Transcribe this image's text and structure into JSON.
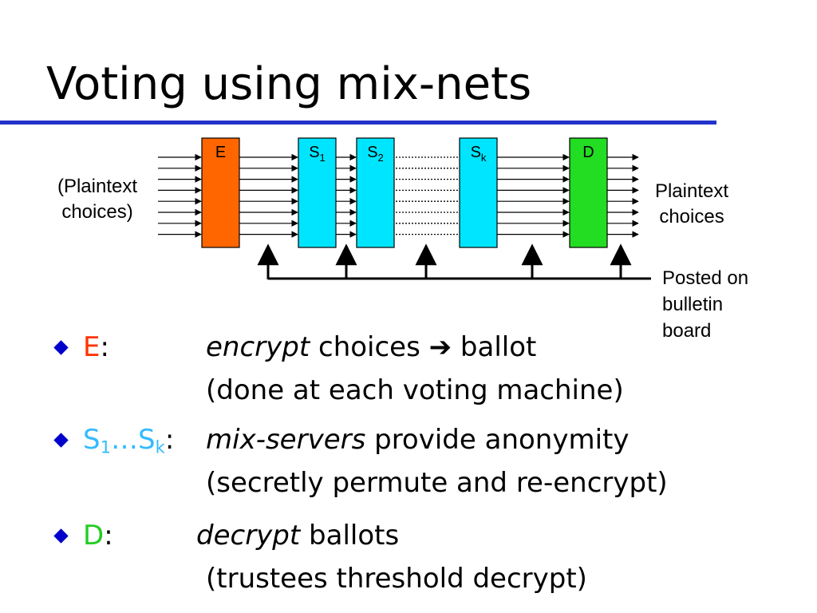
{
  "title": "Voting using mix-nets",
  "colors": {
    "rule": "#2233cc",
    "box_E": "#ff6600",
    "box_S": "#00e5ff",
    "box_D": "#22dd22",
    "bullet": "#0000cc",
    "term_E": "#ff3300",
    "term_S": "#33bbff",
    "term_D": "#22cc22"
  },
  "diagram": {
    "boxes": [
      {
        "label": "E",
        "sub": "",
        "color": "#ff6600"
      },
      {
        "label": "S",
        "sub": "1",
        "color": "#00e5ff"
      },
      {
        "label": "S",
        "sub": "2",
        "color": "#00e5ff"
      },
      {
        "label": "S",
        "sub": "k",
        "color": "#00e5ff"
      },
      {
        "label": "D",
        "sub": "",
        "color": "#22dd22"
      }
    ],
    "input_label": [
      "(Plaintext",
      "choices)"
    ],
    "output_label": [
      "Plaintext",
      "choices"
    ],
    "board_label": [
      "Posted on",
      "bulletin",
      "board"
    ]
  },
  "bullets": [
    {
      "term": "E",
      "term_sub": "",
      "term_end": "",
      "colon": ":",
      "desc_em": "encrypt",
      "desc_rest": " choices ➔ ballot",
      "desc2": "(done at each voting machine)"
    },
    {
      "term": "S",
      "term_sub": "1",
      "term_end": "…S",
      "term_end_sub": "k",
      "colon": ":",
      "desc_em": "mix-servers",
      "desc_rest": " provide anonymity",
      "desc2": "(secretly permute and re-encrypt)"
    },
    {
      "term": "D",
      "term_sub": "",
      "term_end": "",
      "colon": ":",
      "desc_em": "decrypt",
      "desc_rest": " ballots",
      "desc2": "(trustees threshold decrypt)"
    }
  ]
}
